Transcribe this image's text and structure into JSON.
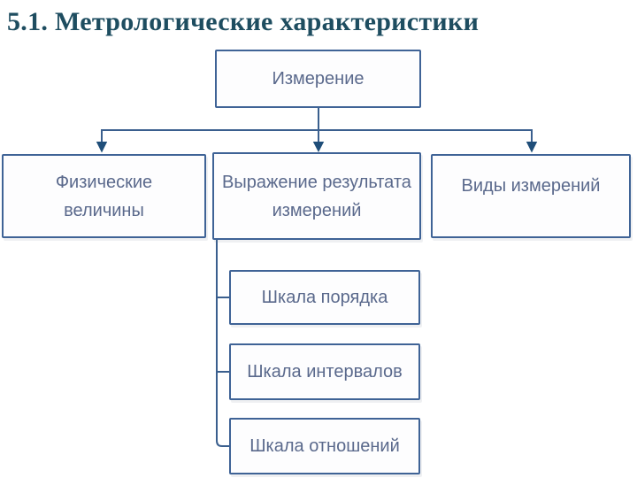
{
  "title": "5.1. Метрологические характеристики",
  "colors": {
    "title_text": "#1e4d60",
    "box_border": "#3f6396",
    "box_text": "#5a698c",
    "connector_line": "#3a5f8e",
    "arrow_head": "#1f4e79",
    "background": "#ffffff"
  },
  "diagram": {
    "root": {
      "label": "Измерение"
    },
    "children": [
      {
        "label": "Физические\nвеличины"
      },
      {
        "label": "Выражение результата\nизмерений"
      },
      {
        "label": "Виды измерений"
      }
    ],
    "scales": [
      {
        "label": "Шкала порядка"
      },
      {
        "label": "Шкала интервалов"
      },
      {
        "label": "Шкала отношений"
      }
    ]
  }
}
